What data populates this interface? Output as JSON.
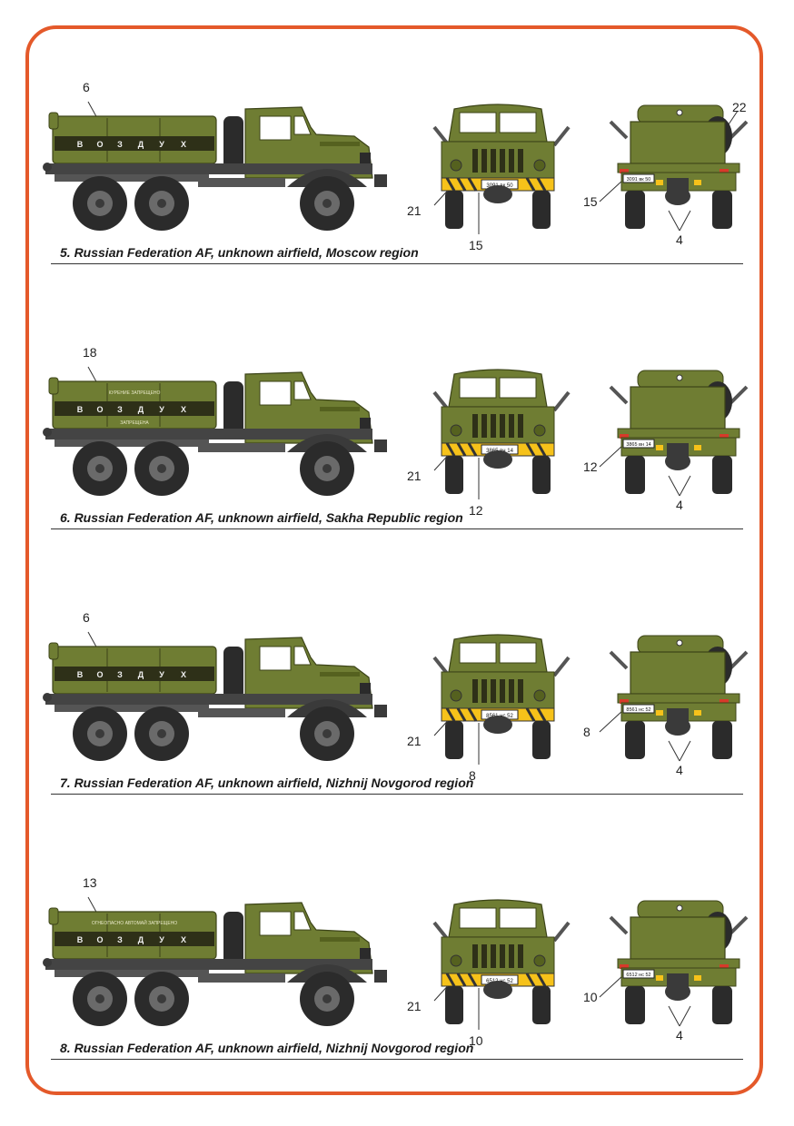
{
  "colors": {
    "olive": "#6f7d33",
    "olive_dark": "#55611f",
    "chassis": "#3a3a3a",
    "tire": "#2b2b2b",
    "bumper_yellow": "#f6c21a",
    "frame_orange": "#e4592a"
  },
  "sections": [
    {
      "caption": "5. Russian Federation AF, unknown airfield, Moscow region",
      "side_label": "6",
      "front_left_label": "21",
      "front_bottom_label": "15",
      "rear_top_label": "22",
      "rear_left_label": "15",
      "rear_bottom_label": "4",
      "tank_letters": [
        "В",
        "О",
        "З",
        "Д",
        "У",
        "Х"
      ],
      "tank_small_top": "",
      "tank_small_bottom": "",
      "front_plate": "3091 вк 50",
      "rear_plate": "3091 вк 50"
    },
    {
      "caption": "6. Russian Federation AF, unknown airfield, Sakha Republic region",
      "side_label": "18",
      "front_left_label": "21",
      "front_bottom_label": "12",
      "rear_top_label": "",
      "rear_left_label": "12",
      "rear_bottom_label": "4",
      "tank_letters": [
        "В",
        "О",
        "З",
        "Д",
        "У",
        "Х"
      ],
      "tank_small_top": "КУРЕНИЕ ЗАПРЕЩЕНО",
      "tank_small_bottom": "ЗАПРЕЩЕНА",
      "front_plate": "3865 вн 14",
      "rear_plate": "3865 вн 14"
    },
    {
      "caption": "7. Russian Federation AF, unknown airfield, Nizhnij Novgorod region",
      "side_label": "6",
      "front_left_label": "21",
      "front_bottom_label": "8",
      "rear_top_label": "",
      "rear_left_label": "8",
      "rear_bottom_label": "4",
      "tank_letters": [
        "В",
        "О",
        "З",
        "Д",
        "У",
        "Х"
      ],
      "tank_small_top": "",
      "tank_small_bottom": "",
      "front_plate": "8561 нс 52",
      "rear_plate": "8561 нс 52"
    },
    {
      "caption": "8. Russian Federation AF, unknown airfield, Nizhnij Novgorod region",
      "side_label": "13",
      "front_left_label": "21",
      "front_bottom_label": "10",
      "rear_top_label": "",
      "rear_left_label": "10",
      "rear_bottom_label": "4",
      "tank_letters": [
        "В",
        "О",
        "З",
        "Д",
        "У",
        "Х"
      ],
      "tank_small_top": "ОГНЕОПАСНО  АВТОМАЙ  ЗАПРЕЩЕНО",
      "tank_small_bottom": "",
      "front_plate": "6512 нс 52",
      "rear_plate": "6512 нс 52"
    }
  ]
}
